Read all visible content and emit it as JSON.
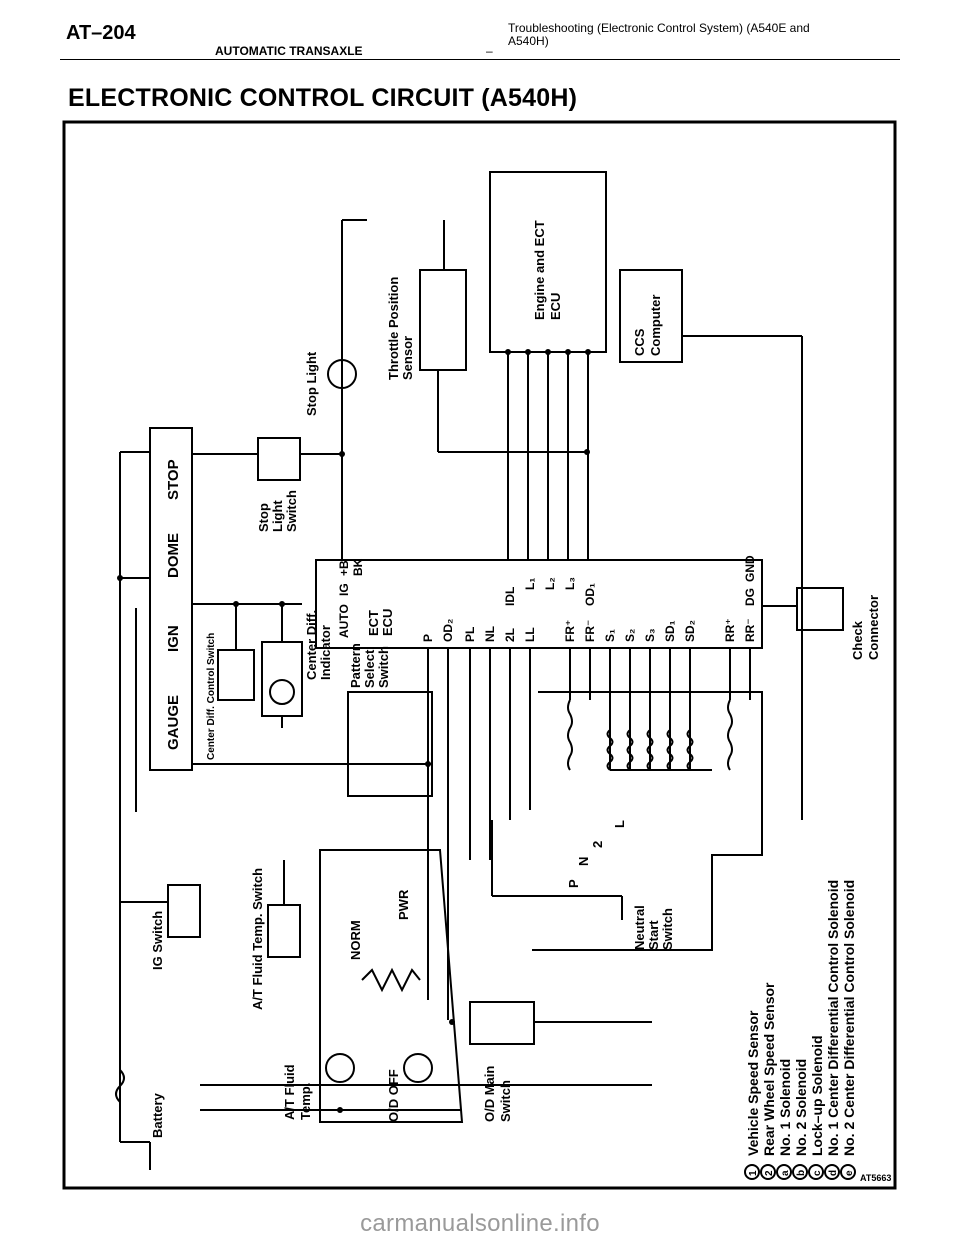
{
  "header": {
    "page_number": "AT–204",
    "section": "AUTOMATIC TRANSAXLE",
    "dash": "–",
    "topic": "Troubleshooting (Electronic Control System) (A540E and A540H)"
  },
  "title": "ELECTRONIC CONTROL CIRCUIT (A540H)",
  "diagram": {
    "fuse_box": {
      "gauge": "GAUGE",
      "ign": "IGN",
      "dome": "DOME",
      "stop": "STOP"
    },
    "center_diff_control_switch": "Center Diff. Control Switch",
    "center_diff_indicator": [
      "Center Diff.",
      "Indicator"
    ],
    "stop_light_switch": [
      "Stop",
      "Light",
      "Switch"
    ],
    "stop_light": "Stop Light",
    "throttle_position_sensor": [
      "Throttle Position",
      "Sensor"
    ],
    "engine_ecu": [
      "Engine and ECT",
      "ECU"
    ],
    "ccs_computer": [
      "CCS",
      "Computer"
    ],
    "ect_ecu": {
      "name": [
        "ECT",
        "ECU"
      ],
      "terminals_top": [
        "AUTO",
        "IG",
        "+B",
        "BK"
      ],
      "terminals_right": [
        "IDL",
        "L₁",
        "L₂",
        "L₃",
        "OD₁"
      ],
      "terminals_left": [
        "P",
        "OD₂",
        "PL",
        "NL",
        "2L",
        "LL",
        "FR⁺",
        "FR⁻",
        "S₁",
        "S₂",
        "S₃",
        "SD₁",
        "SD₂",
        "RR⁺",
        "RR⁻",
        "DG",
        "GND"
      ]
    },
    "check_connector": [
      "Check",
      "Connector"
    ],
    "pattern_select_switch": [
      "Pattern",
      "Select",
      "Switch"
    ],
    "neutral_start_switch": [
      "Neutral",
      "Start",
      "Switch"
    ],
    "neutral_positions": [
      "P",
      "N",
      "2",
      "L"
    ],
    "ig_switch": "IG Switch",
    "at_fluid_temp_switch": "A/T Fluid Temp. Switch",
    "at_fluid_temp": [
      "A/T Fluid",
      "Temp."
    ],
    "norm": "NORM",
    "pwr": "PWR",
    "od_off": "O/D OFF",
    "od_main_switch": [
      "O/D Main",
      "Switch"
    ],
    "battery": "Battery",
    "legend": [
      {
        "key": "1",
        "label": "Vehicle Speed Sensor"
      },
      {
        "key": "2",
        "label": "Rear Wheel Speed Sensor"
      },
      {
        "key": "a",
        "label": "No. 1 Solenoid"
      },
      {
        "key": "b",
        "label": "No. 2 Solenoid"
      },
      {
        "key": "c",
        "label": "Lock–up Solenoid"
      },
      {
        "key": "d",
        "label": "No. 1 Center Differential Control Solenoid"
      },
      {
        "key": "e",
        "label": "No. 2 Center Differential Control Solenoid"
      }
    ],
    "figure_id": "AT5663"
  },
  "watermark": "carmanualsonline.info"
}
